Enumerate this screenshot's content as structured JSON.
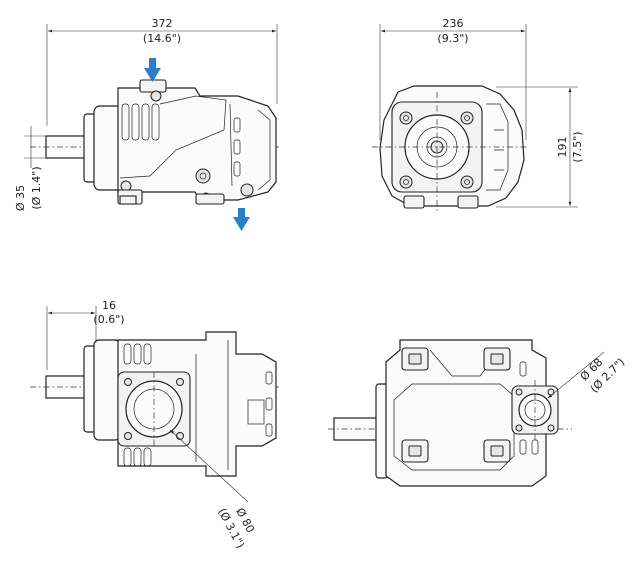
{
  "drawing": {
    "views": [
      {
        "name": "front-view",
        "dims": [
          {
            "id": "length",
            "value": "372",
            "inch": "(14.6\")"
          },
          {
            "id": "shaft-diameter",
            "value": "Ø 35",
            "inch": "(Ø 1.4\")"
          }
        ]
      },
      {
        "name": "end-view",
        "dims": [
          {
            "id": "width",
            "value": "236",
            "inch": "(9.3\")"
          },
          {
            "id": "height",
            "value": "191",
            "inch": "(7.5\")"
          }
        ]
      },
      {
        "name": "top-view",
        "dims": [
          {
            "id": "flange-offset",
            "value": "16",
            "inch": "(0.6\")"
          },
          {
            "id": "port-diameter",
            "value": "Ø 80",
            "inch": "(Ø 3.1\")"
          }
        ]
      },
      {
        "name": "bottom-view",
        "dims": [
          {
            "id": "port-diameter",
            "value": "Ø 68",
            "inch": "(Ø 2.7\")"
          }
        ]
      }
    ],
    "flow_arrows": {
      "color": "#2a7fc9",
      "inlet": "arrow-down-icon",
      "outlet": "arrow-down-icon"
    }
  }
}
